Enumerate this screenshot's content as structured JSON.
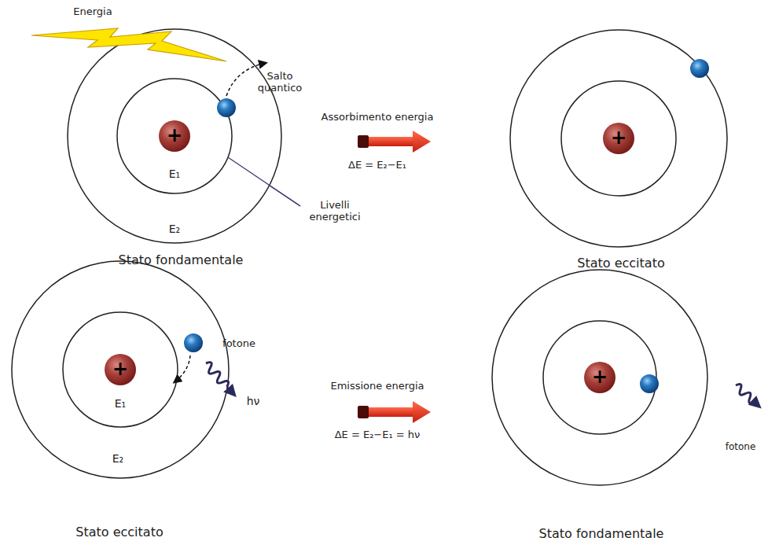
{
  "diagram": {
    "nodes": [
      {
        "text": [
          "+"
        ]
      },
      {
        "text": [
          "+"
        ]
      },
      {
        "text": [
          "+"
        ]
      },
      {
        "text": [
          "+"
        ]
      }
    ],
    "labels": [
      "Energia",
      "Salto quantico",
      "Livelli energetici",
      "E₁",
      "E₂",
      "Assorbimento energia",
      "ΔE = E₂−E₁",
      "Stato fondamentale",
      "Stato eccitato",
      "fotone",
      "hν",
      "E₁",
      "E₂",
      "Emissione  energia",
      "ΔE = E₂−E₁ = hν",
      "Stato eccitato",
      "Stato fondamentale",
      "fotone"
    ]
  }
}
